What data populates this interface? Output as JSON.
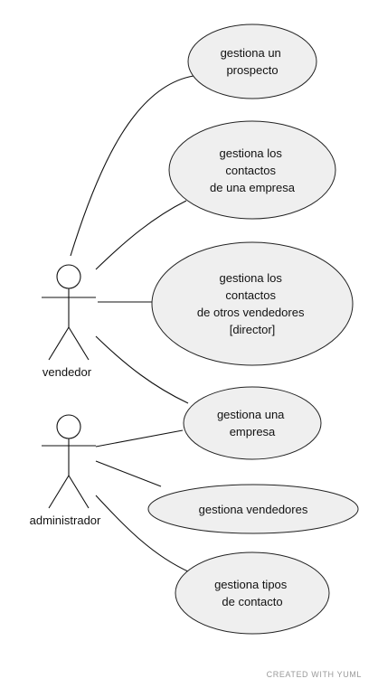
{
  "diagram": {
    "actors": [
      {
        "id": "vendedor",
        "label": "vendedor"
      },
      {
        "id": "administrador",
        "label": "administrador"
      }
    ],
    "use_cases": [
      {
        "id": "uc1",
        "lines": [
          "gestiona un",
          "prospecto"
        ]
      },
      {
        "id": "uc2",
        "lines": [
          "gestiona los",
          "contactos",
          "de una empresa"
        ]
      },
      {
        "id": "uc3",
        "lines": [
          "gestiona los",
          "contactos",
          "de otros vendedores",
          "[director]"
        ]
      },
      {
        "id": "uc4",
        "lines": [
          "gestiona una",
          "empresa"
        ]
      },
      {
        "id": "uc5",
        "lines": [
          "gestiona vendedores"
        ]
      },
      {
        "id": "uc6",
        "lines": [
          "gestiona tipos",
          "de contacto"
        ]
      }
    ],
    "associations": [
      {
        "from": "vendedor",
        "to": "uc1"
      },
      {
        "from": "vendedor",
        "to": "uc2"
      },
      {
        "from": "vendedor",
        "to": "uc3"
      },
      {
        "from": "vendedor",
        "to": "uc4"
      },
      {
        "from": "administrador",
        "to": "uc4"
      },
      {
        "from": "administrador",
        "to": "uc5"
      },
      {
        "from": "administrador",
        "to": "uc6"
      }
    ]
  },
  "footer": {
    "watermark": "CREATED WITH YUML"
  }
}
